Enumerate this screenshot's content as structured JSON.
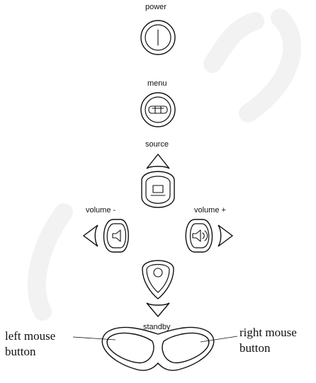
{
  "labels": {
    "power": "power",
    "menu": "menu",
    "source": "source",
    "volume_minus": "volume -",
    "volume_plus": "volume +",
    "standby": "standby",
    "left_mouse": "left mouse\nbutton",
    "right_mouse": "right mouse\nbutton"
  },
  "icons": {
    "power": "power-icon",
    "menu": "menu-icon",
    "source": "monitor-icon",
    "volume_down": "speaker-low-icon",
    "volume_up": "speaker-high-icon",
    "standby": "circle-icon"
  },
  "colors": {
    "line": "#111111",
    "watermark": "#f2f2f2",
    "background": "#ffffff"
  }
}
